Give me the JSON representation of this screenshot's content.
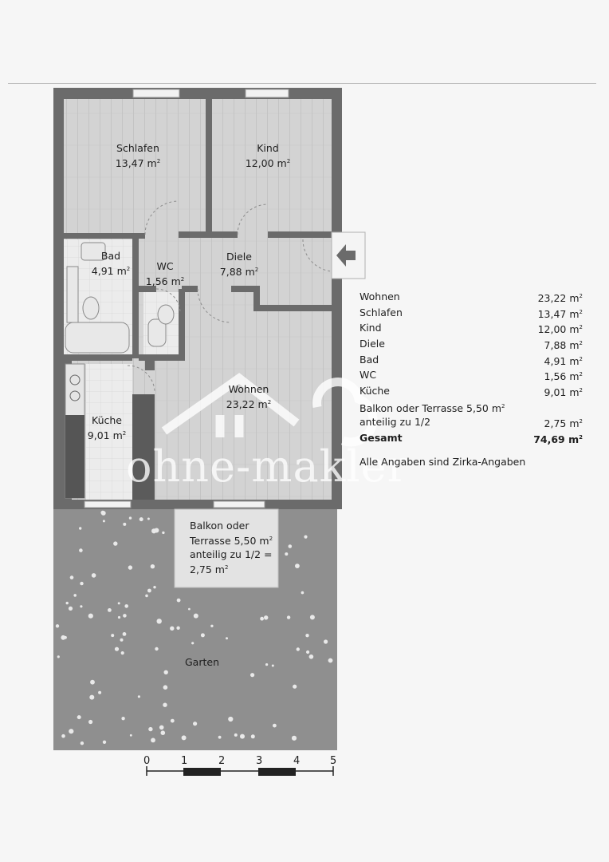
{
  "rooms": {
    "schlafen": {
      "name": "Schlafen",
      "area": "13,47 m"
    },
    "kind": {
      "name": "Kind",
      "area": "12,00 m"
    },
    "bad": {
      "name": "Bad",
      "area": "4,91 m"
    },
    "wc": {
      "name": "WC",
      "area": "1,56 m"
    },
    "diele": {
      "name": "Diele",
      "area": "7,88 m"
    },
    "wohnen": {
      "name": "Wohnen",
      "area": "23,22 m"
    },
    "kueche": {
      "name": "Küche",
      "area": "9,01 m"
    }
  },
  "sup": "2",
  "balkon": {
    "line1": "Balkon oder",
    "line2": "Terrasse 5,50 m",
    "line3": "anteilig zu 1/2 =",
    "line4": "2,75 m"
  },
  "garten": "Garten",
  "area_table": {
    "rows": [
      {
        "label": "Wohnen",
        "value": "23,22 m"
      },
      {
        "label": "Schlafen",
        "value": "13,47 m"
      },
      {
        "label": "Kind",
        "value": "12,00 m"
      },
      {
        "label": "Diele",
        "value": "7,88 m"
      },
      {
        "label": "Bad",
        "value": "4,91 m"
      },
      {
        "label": "WC",
        "value": "1,56 m"
      },
      {
        "label": "Küche",
        "value": "9,01 m"
      }
    ],
    "balkon_line": "Balkon oder Terrasse 5,50 m",
    "anteilig": {
      "label": "anteilig zu 1/2",
      "value": "2,75 m"
    },
    "total": {
      "label": "Gesamt",
      "value": "74,69 m"
    },
    "note": "Alle Angaben sind Zirka-Angaben"
  },
  "scale": {
    "ticks": [
      "0",
      "1",
      "2",
      "3",
      "4",
      "5"
    ]
  },
  "watermark": "ohne-makler",
  "colors": {
    "wall": "#6b6b6b",
    "floor": "#d2d2d2",
    "garden": "#8e8e8e",
    "balcony": "#e2e2e2"
  }
}
